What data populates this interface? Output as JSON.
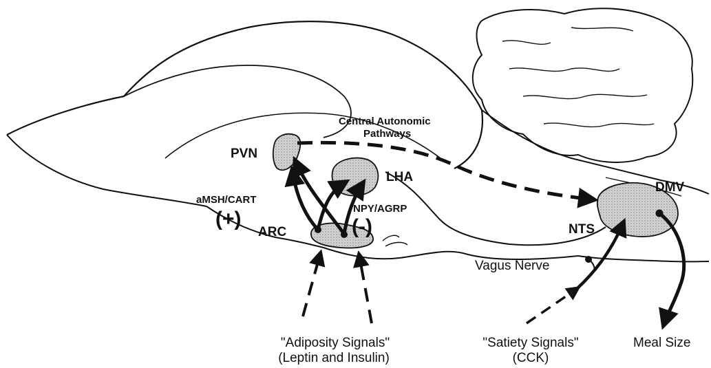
{
  "labels": {
    "pvn": "PVN",
    "lha": "LHA",
    "arc": "ARC",
    "dmv": "DMV",
    "nts": "NTS",
    "central_line1": "Central Autonomic",
    "central_line2": "Pathways",
    "amsh_cart": "aMSH/CART",
    "npy_agrp": "NPY/AGRP",
    "plus": "(+)",
    "minus": "(-)",
    "vagus": "Vagus Nerve",
    "adiposity_line1": "\"Adiposity Signals\"",
    "adiposity_line2": "(Leptin and Insulin)",
    "satiety_line1": "\"Satiety Signals\"",
    "satiety_line2": "(CCK)",
    "meal_size": "Meal Size"
  },
  "colors": {
    "ink": "#111111",
    "region_fill": "#c9c9c9",
    "background": "#ffffff"
  }
}
